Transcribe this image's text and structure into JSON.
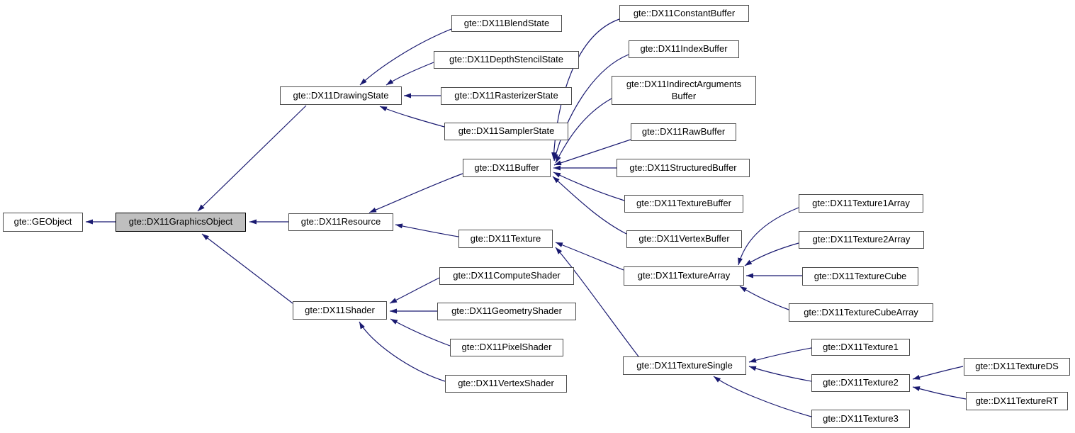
{
  "diagram": {
    "type": "class-inheritance-graph",
    "colors": {
      "edge": "#191970",
      "node_border": "#4d4d4d",
      "node_fill": "#ffffff",
      "highlight_fill": "#bfbfbf",
      "text": "#000000",
      "background": "#ffffff"
    },
    "highlighted_node": "gte::DX11GraphicsObject",
    "nodes": [
      {
        "id": "geobject",
        "label": "gte::GEObject"
      },
      {
        "id": "graphicsobject",
        "label": "gte::DX11GraphicsObject"
      },
      {
        "id": "drawingstate",
        "label": "gte::DX11DrawingState"
      },
      {
        "id": "blendstate",
        "label": "gte::DX11BlendState"
      },
      {
        "id": "depthstencilstate",
        "label": "gte::DX11DepthStencilState"
      },
      {
        "id": "rasterizerstate",
        "label": "gte::DX11RasterizerState"
      },
      {
        "id": "samplerstate",
        "label": "gte::DX11SamplerState"
      },
      {
        "id": "resource",
        "label": "gte::DX11Resource"
      },
      {
        "id": "buffer",
        "label": "gte::DX11Buffer"
      },
      {
        "id": "constantbuffer",
        "label": "gte::DX11ConstantBuffer"
      },
      {
        "id": "indexbuffer",
        "label": "gte::DX11IndexBuffer"
      },
      {
        "id": "indirectargumentsbuffer",
        "label": "gte::DX11IndirectArguments",
        "label2": "Buffer"
      },
      {
        "id": "rawbuffer",
        "label": "gte::DX11RawBuffer"
      },
      {
        "id": "structuredbuffer",
        "label": "gte::DX11StructuredBuffer"
      },
      {
        "id": "texturebuffer",
        "label": "gte::DX11TextureBuffer"
      },
      {
        "id": "vertexbuffer",
        "label": "gte::DX11VertexBuffer"
      },
      {
        "id": "texture",
        "label": "gte::DX11Texture"
      },
      {
        "id": "texturearray",
        "label": "gte::DX11TextureArray"
      },
      {
        "id": "texture1array",
        "label": "gte::DX11Texture1Array"
      },
      {
        "id": "texture2array",
        "label": "gte::DX11Texture2Array"
      },
      {
        "id": "texturecube",
        "label": "gte::DX11TextureCube"
      },
      {
        "id": "texturecubearray",
        "label": "gte::DX11TextureCubeArray"
      },
      {
        "id": "shader",
        "label": "gte::DX11Shader"
      },
      {
        "id": "computeshader",
        "label": "gte::DX11ComputeShader"
      },
      {
        "id": "geometryshader",
        "label": "gte::DX11GeometryShader"
      },
      {
        "id": "pixelshader",
        "label": "gte::DX11PixelShader"
      },
      {
        "id": "vertexshader",
        "label": "gte::DX11VertexShader"
      },
      {
        "id": "texturesingle",
        "label": "gte::DX11TextureSingle"
      },
      {
        "id": "texture1",
        "label": "gte::DX11Texture1"
      },
      {
        "id": "texture2",
        "label": "gte::DX11Texture2"
      },
      {
        "id": "texture3",
        "label": "gte::DX11Texture3"
      },
      {
        "id": "textureds",
        "label": "gte::DX11TextureDS"
      },
      {
        "id": "texturert",
        "label": "gte::DX11TextureRT"
      }
    ],
    "edges": [
      {
        "from": "gte::DX11GraphicsObject",
        "to": "gte::GEObject"
      },
      {
        "from": "gte::DX11DrawingState",
        "to": "gte::DX11GraphicsObject"
      },
      {
        "from": "gte::DX11Resource",
        "to": "gte::DX11GraphicsObject"
      },
      {
        "from": "gte::DX11Shader",
        "to": "gte::DX11GraphicsObject"
      },
      {
        "from": "gte::DX11BlendState",
        "to": "gte::DX11DrawingState"
      },
      {
        "from": "gte::DX11DepthStencilState",
        "to": "gte::DX11DrawingState"
      },
      {
        "from": "gte::DX11RasterizerState",
        "to": "gte::DX11DrawingState"
      },
      {
        "from": "gte::DX11SamplerState",
        "to": "gte::DX11DrawingState"
      },
      {
        "from": "gte::DX11Buffer",
        "to": "gte::DX11Resource"
      },
      {
        "from": "gte::DX11Texture",
        "to": "gte::DX11Resource"
      },
      {
        "from": "gte::DX11ConstantBuffer",
        "to": "gte::DX11Buffer"
      },
      {
        "from": "gte::DX11IndexBuffer",
        "to": "gte::DX11Buffer"
      },
      {
        "from": "gte::DX11IndirectArgumentsBuffer",
        "to": "gte::DX11Buffer"
      },
      {
        "from": "gte::DX11RawBuffer",
        "to": "gte::DX11Buffer"
      },
      {
        "from": "gte::DX11StructuredBuffer",
        "to": "gte::DX11Buffer"
      },
      {
        "from": "gte::DX11TextureBuffer",
        "to": "gte::DX11Buffer"
      },
      {
        "from": "gte::DX11VertexBuffer",
        "to": "gte::DX11Buffer"
      },
      {
        "from": "gte::DX11TextureArray",
        "to": "gte::DX11Texture"
      },
      {
        "from": "gte::DX11TextureSingle",
        "to": "gte::DX11Texture"
      },
      {
        "from": "gte::DX11Texture1Array",
        "to": "gte::DX11TextureArray"
      },
      {
        "from": "gte::DX11Texture2Array",
        "to": "gte::DX11TextureArray"
      },
      {
        "from": "gte::DX11TextureCube",
        "to": "gte::DX11TextureArray"
      },
      {
        "from": "gte::DX11TextureCubeArray",
        "to": "gte::DX11TextureArray"
      },
      {
        "from": "gte::DX11ComputeShader",
        "to": "gte::DX11Shader"
      },
      {
        "from": "gte::DX11GeometryShader",
        "to": "gte::DX11Shader"
      },
      {
        "from": "gte::DX11PixelShader",
        "to": "gte::DX11Shader"
      },
      {
        "from": "gte::DX11VertexShader",
        "to": "gte::DX11Shader"
      },
      {
        "from": "gte::DX11Texture1",
        "to": "gte::DX11TextureSingle"
      },
      {
        "from": "gte::DX11Texture2",
        "to": "gte::DX11TextureSingle"
      },
      {
        "from": "gte::DX11Texture3",
        "to": "gte::DX11TextureSingle"
      },
      {
        "from": "gte::DX11TextureDS",
        "to": "gte::DX11Texture2"
      },
      {
        "from": "gte::DX11TextureRT",
        "to": "gte::DX11Texture2"
      }
    ]
  }
}
